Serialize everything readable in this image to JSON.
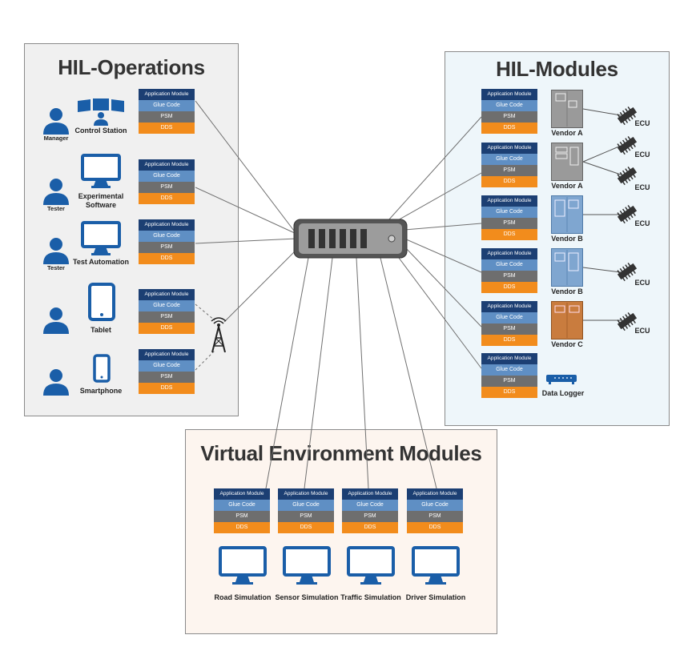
{
  "panels": {
    "operations_title": "HIL-Operations",
    "modules_title": "HIL-Modules",
    "virtual_title": "Virtual Environment Modules"
  },
  "stack_labels": {
    "application_module": "Application Module",
    "glue_code": "Glue Code",
    "psm": "PSM",
    "dds": "DDS"
  },
  "operations": {
    "roles": [
      "Manager",
      "Tester",
      "Tester"
    ],
    "items": [
      "Control Station",
      "Experimental Software",
      "Test Automation",
      "Tablet",
      "Smartphone"
    ]
  },
  "hil_modules": {
    "vendors": [
      "Vendor A",
      "Vendor A",
      "Vendor B",
      "Vendor B",
      "Vendor C"
    ],
    "ecu_label": "ECU",
    "data_logger": "Data Logger"
  },
  "virtual": {
    "items": [
      "Road Simulation",
      "Sensor Simulation",
      "Traffic Simulation",
      "Driver Simulation"
    ]
  },
  "colors": {
    "application_module": "#1c3f73",
    "glue_code": "#5f8fc4",
    "psm": "#6e6e6e",
    "dds": "#f28c1c",
    "icon_blue": "#1a5ea8",
    "operations_bg": "#f0f0f0",
    "modules_bg": "#eef6fa",
    "virtual_bg": "#fdf5ef",
    "vendor_a": "#9a9a9a",
    "vendor_b": "#7fa6d0",
    "vendor_c": "#c97c3e"
  }
}
